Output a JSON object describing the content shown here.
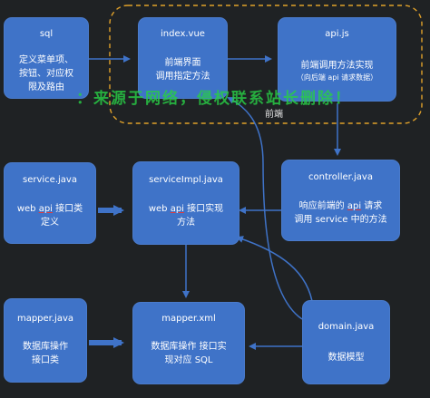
{
  "watermark": "：来源于网络，侵权联系站长删除！",
  "group": {
    "label": "前端"
  },
  "nodes": {
    "sql": {
      "title": "sql",
      "line1": "定义菜单项、",
      "line2": "按钮、对应权",
      "line3": "限及路由"
    },
    "index_vue": {
      "title": "index.vue",
      "line1": "前端界面",
      "line2": "调用指定方法"
    },
    "api_js": {
      "title": "api.js",
      "line1": "前端调用方法实现",
      "line2": "（向后端 api 请求数据）"
    },
    "controller_java": {
      "title": "controller.java",
      "line1_pre": "响应前端的 ",
      "line1_u": "api",
      "line1_post": " 请求",
      "line2": "调用 service 中的方法"
    },
    "service_java": {
      "title": "service.java",
      "line1_pre": "web ",
      "line1_u": "api",
      "line1_post": "  接口类",
      "line2": "定义"
    },
    "serviceimpl_java": {
      "title": "serviceImpl.java",
      "line1_pre": "web ",
      "line1_u": "api",
      "line1_post": "  接口实现",
      "line2": "方法"
    },
    "mapper_java": {
      "title": "mapper.java",
      "line1": "数据库操作",
      "line2": "接口类"
    },
    "mapper_xml": {
      "title": "mapper.xml",
      "line1": "数据库操作  接口实",
      "line2": "现对应 SQL"
    },
    "domain_java": {
      "title": "domain.java",
      "line1": "数据模型"
    }
  },
  "colors": {
    "background": "#1f2224",
    "node_fill": "#3f73c8",
    "arrow": "#3f73c8",
    "group_border": "#e0a12a",
    "watermark": "#28cd46"
  }
}
